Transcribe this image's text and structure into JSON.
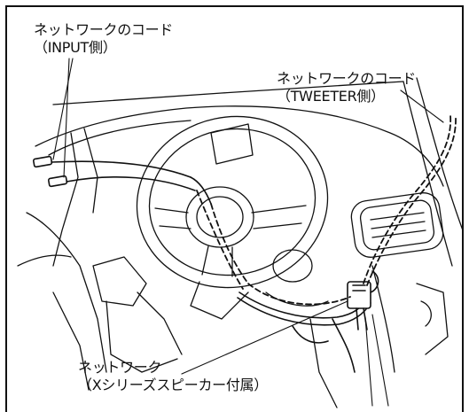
{
  "labels": {
    "input_cord": {
      "line1": "ネットワークのコード",
      "line2": "（INPUT側）"
    },
    "tweeter_cord": {
      "line1": "ネットワークのコード",
      "line2": "（TWEETER側）"
    },
    "network": {
      "line1": "ネットワーク",
      "line2": "（Xシリーズスピーカー付属）"
    }
  },
  "colors": {
    "line": "#111111",
    "background": "#ffffff"
  }
}
